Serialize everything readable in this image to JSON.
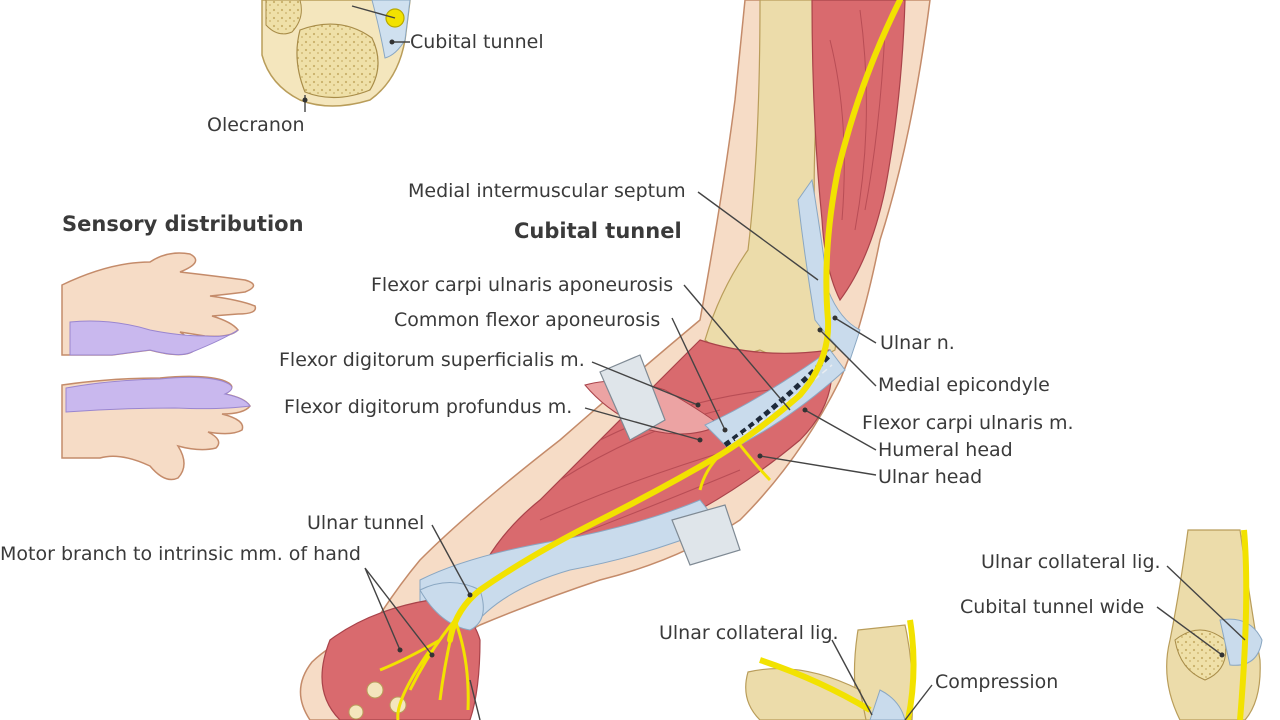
{
  "headings": {
    "sensory": "Sensory distribution",
    "cubital": "Cubital tunnel"
  },
  "labels": {
    "cubital_tunnel_top": "Cubital tunnel",
    "olecranon": "Olecranon",
    "medial_intermuscular_septum": "Medial intermuscular septum",
    "fcu_aponeurosis": "Flexor carpi ulnaris aponeurosis",
    "common_flexor_aponeurosis": "Common flexor aponeurosis",
    "fds": "Flexor digitorum superficialis m.",
    "fdp": "Flexor digitorum profundus m.",
    "ulnar_n": "Ulnar n.",
    "medial_epicondyle": "Medial epicondyle",
    "fcu_m": "Flexor carpi ulnaris m.",
    "humeral_head": "Humeral head",
    "ulnar_head": "Ulnar head",
    "ulnar_tunnel": "Ulnar tunnel",
    "motor_branch": "Motor branch to intrinsic mm. of hand",
    "ulnar_collateral_lig_mid": "Ulnar collateral lig.",
    "compression": "Compression",
    "ulnar_collateral_lig_right": "Ulnar collateral lig.",
    "cubital_tunnel_wide": "Cubital tunnel wide"
  },
  "colors": {
    "nerve": "#f2e200",
    "muscle": "#d96a6e",
    "muscle_light": "#eca3a3",
    "skin": "#f6dcc6",
    "bone": "#ecdcaa",
    "tendon": "#c9dbec",
    "sensory_area": "#c9b8ee",
    "leader": "#444444"
  }
}
